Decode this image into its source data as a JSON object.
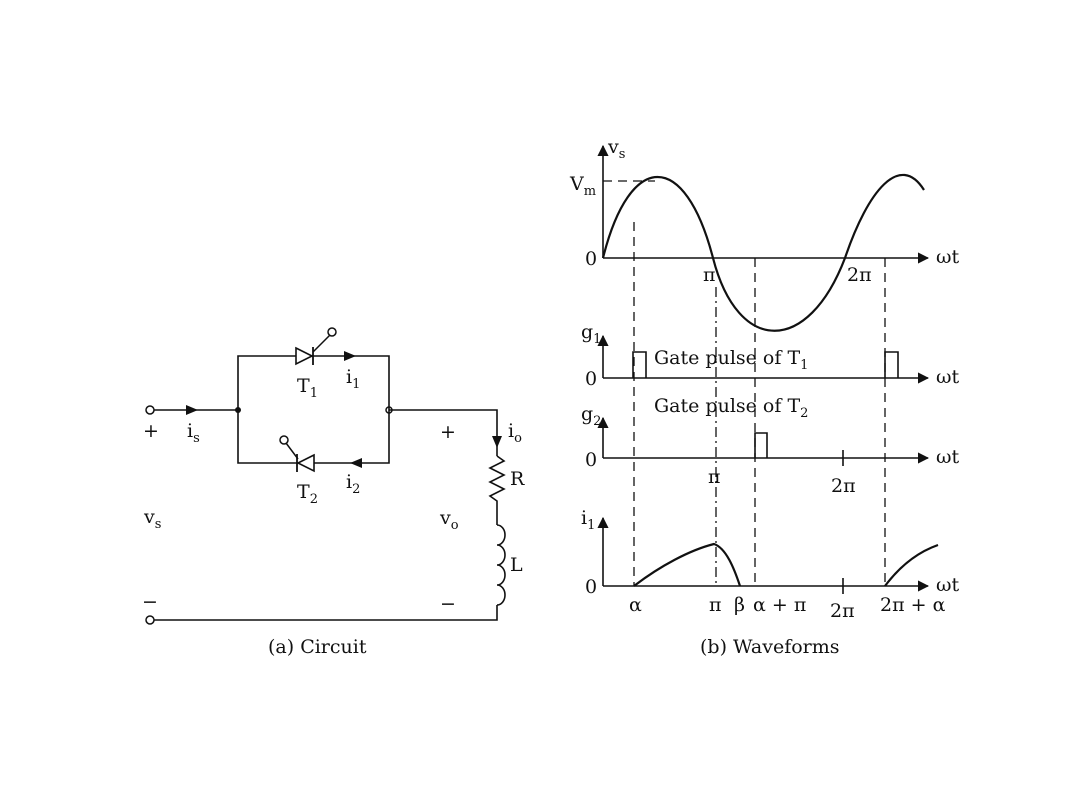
{
  "circuit": {
    "caption": "(a) Circuit",
    "thyristor_1": {
      "main": "T",
      "sub": "1"
    },
    "thyristor_2": {
      "main": "T",
      "sub": "2"
    },
    "current_1": {
      "main": "i",
      "sub": "1"
    },
    "current_2": {
      "main": "i",
      "sub": "2"
    },
    "source_current": {
      "main": "i",
      "sub": "s"
    },
    "load_current": {
      "main": "i",
      "sub": "o"
    },
    "source_voltage": {
      "main": "v",
      "sub": "s"
    },
    "output_voltage": {
      "main": "v",
      "sub": "o"
    },
    "plus_sign": "+",
    "minus_sign": "−",
    "resistor": "R",
    "inductor": "L"
  },
  "waveforms": {
    "caption": "(b) Waveforms",
    "time_axis": "ωt",
    "zero": "0",
    "vs_axis": {
      "main": "v",
      "sub": "s"
    },
    "peak": {
      "main": "V",
      "sub": "m"
    },
    "g1_axis": {
      "main": "g",
      "sub": "1"
    },
    "g2_axis": {
      "main": "g",
      "sub": "2"
    },
    "i1_axis": {
      "main": "i",
      "sub": "1"
    },
    "gate_pulse_1": {
      "text": "Gate pulse of T",
      "sub": "1"
    },
    "gate_pulse_2": {
      "text": "Gate pulse of T",
      "sub": "2"
    },
    "pi": "π",
    "two_pi": "2π",
    "alpha": "α",
    "beta": "β",
    "alpha_plus_pi": "α + π",
    "two_pi_plus_alpha": "2π + α"
  }
}
